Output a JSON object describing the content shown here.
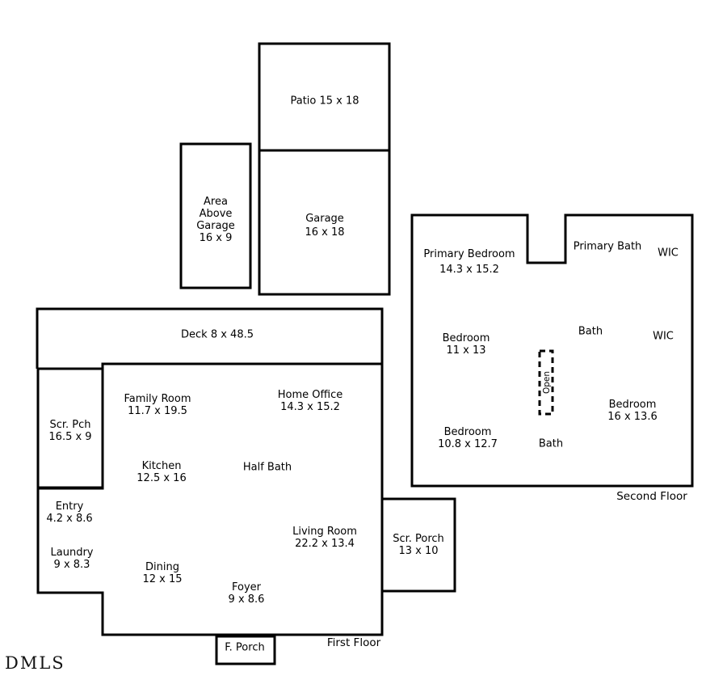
{
  "colors": {
    "line": "#000000",
    "text": "#000000",
    "background": "#ffffff"
  },
  "watermark": "DMLS",
  "upper": {
    "patio": {
      "label": "Patio 15 x 18"
    },
    "area_above_garage": {
      "lines": [
        "Area",
        "Above",
        "Garage",
        "16 x 9"
      ]
    },
    "garage": {
      "name": "Garage",
      "dims": "16 x 18"
    }
  },
  "second_floor": {
    "title": "Second Floor",
    "rooms": {
      "primary_bedroom": {
        "name": "Primary Bedroom",
        "dims": "14.3 x 15.2"
      },
      "primary_bath": {
        "name": "Primary Bath"
      },
      "wic_top": {
        "name": "WIC"
      },
      "bedroom_mid_left": {
        "name": "Bedroom",
        "dims": "11 x 13"
      },
      "bath_mid": {
        "name": "Bath"
      },
      "wic_mid": {
        "name": "WIC"
      },
      "open": {
        "name": "Open"
      },
      "bedroom_right": {
        "name": "Bedroom",
        "dims": "16 x 13.6"
      },
      "bedroom_bottom_left": {
        "name": "Bedroom",
        "dims": "10.8 x 12.7"
      },
      "bath_bottom": {
        "name": "Bath"
      }
    }
  },
  "first_floor": {
    "title": "First Floor",
    "rooms": {
      "deck": {
        "name": "Deck 8 x 48.5"
      },
      "scr_pch": {
        "name": "Scr. Pch",
        "dims": "16.5 x 9"
      },
      "family_room": {
        "name": "Family Room",
        "dims": "11.7 x 19.5"
      },
      "home_office": {
        "name": "Home Office",
        "dims": "14.3 x 15.2"
      },
      "kitchen": {
        "name": "Kitchen",
        "dims": "12.5 x 16"
      },
      "half_bath": {
        "name": "Half Bath"
      },
      "entry": {
        "name": "Entry",
        "dims": "4.2 x 8.6"
      },
      "laundry": {
        "name": "Laundry",
        "dims": "9 x 8.3"
      },
      "dining": {
        "name": "Dining",
        "dims": "12 x 15"
      },
      "living_room": {
        "name": "Living Room",
        "dims": "22.2 x 13.4"
      },
      "foyer": {
        "name": "Foyer",
        "dims": "9 x 8.6"
      },
      "scr_porch": {
        "name": "Scr. Porch",
        "dims": "13 x 10"
      },
      "f_porch": {
        "name": "F. Porch"
      }
    }
  }
}
